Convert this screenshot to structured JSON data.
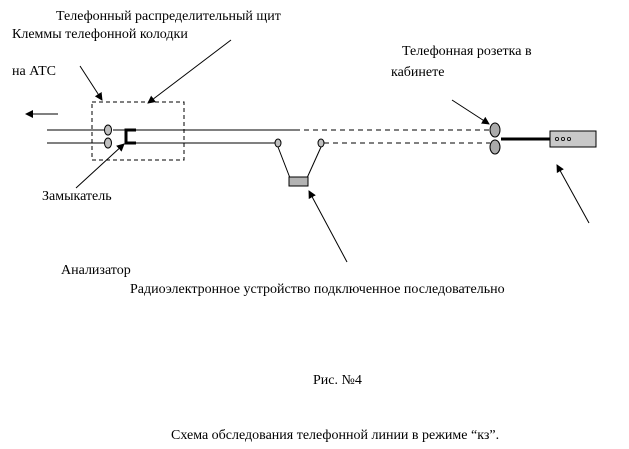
{
  "labels": {
    "distribution_board": "Телефонный распределительный щит",
    "block_terminals": "Клеммы телефонной колодки",
    "to_ats": "на АТС",
    "socket_line1": "Телефонная  розетка в",
    "socket_line2": "кабинете",
    "shorting_device": "Замыкатель",
    "analyzer": "Анализатор",
    "radio_device": "Радиоэлектронное устройство подключенное последовательно",
    "figure_number": "Рис. №4",
    "caption": "Схема обследования телефонной  линии в режиме “кз”."
  },
  "colors": {
    "line": "#000000",
    "terminal_fill": "#bfbfbf",
    "device_fill": "#b3b3b3",
    "analyzer_fill": "#c8c8c8"
  }
}
